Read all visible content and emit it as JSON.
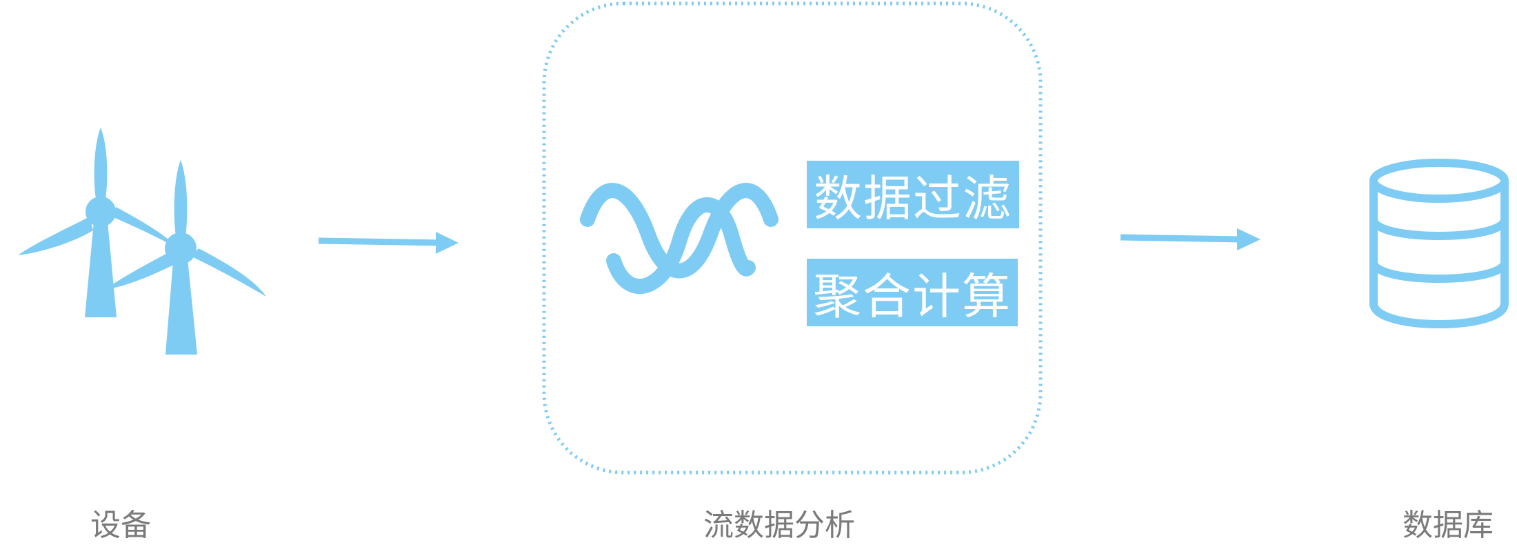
{
  "colors": {
    "accent": "#7ecbf3",
    "caption": "#7a7a7a",
    "op_text": "#ffffff"
  },
  "icons": {
    "device": "wind-turbine-icon",
    "stream": "stream-wave-icon",
    "database": "database-icon"
  },
  "nodes": {
    "device_label": "设备",
    "stream_label": "流数据分析",
    "database_label": "数据库"
  },
  "operations": {
    "filter": "数据过滤",
    "aggregate": "聚合计算"
  }
}
